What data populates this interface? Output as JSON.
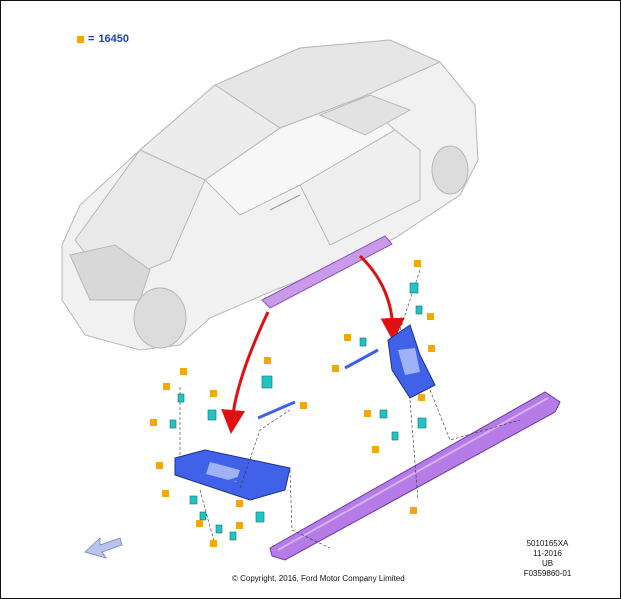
{
  "legend": {
    "equals": "=",
    "part_number": "16450"
  },
  "colors": {
    "marker": "#f5a800",
    "legend_text": "#2040c0",
    "bracket": "#3355dd",
    "running_board": "#a866e0",
    "arrow": "#e01010",
    "clip": "#22c3c3"
  },
  "doc_ref": {
    "code": "5010165XA",
    "date": "11-2016",
    "region": "UB",
    "figure": "F0359860-01"
  },
  "copyright": "© Copyright, 2016, Ford Motor Company Limited"
}
